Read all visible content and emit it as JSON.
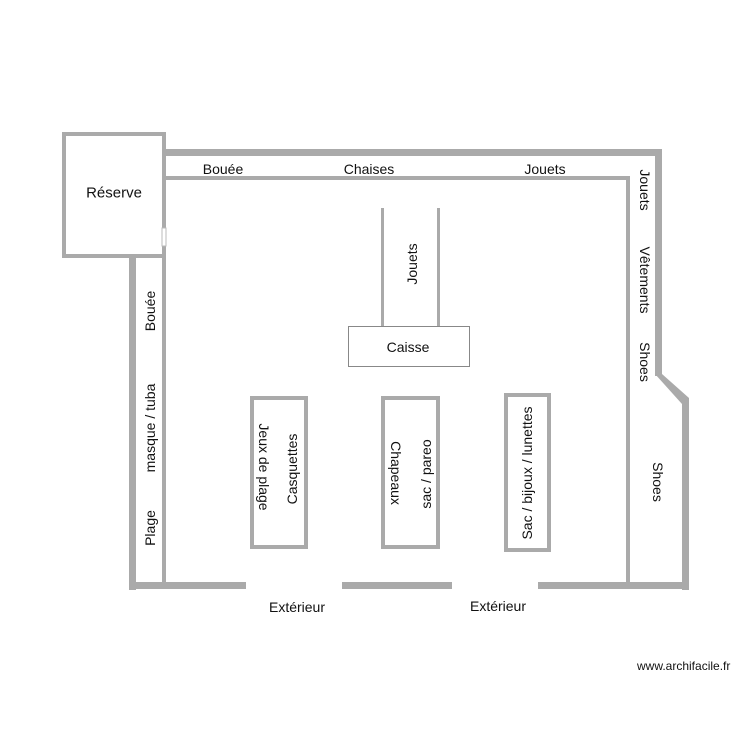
{
  "plan": {
    "wall_color": "#aaaaaa",
    "background": "#ffffff",
    "rooms": {
      "reserve": "Réserve"
    },
    "top_shelf": {
      "labels": [
        "Bouée",
        "Chaises",
        "Jouets"
      ]
    },
    "right_shelf": {
      "labels": [
        "Jouets",
        "Vêtements",
        "Shoes"
      ]
    },
    "right_room": {
      "label": "Shoes"
    },
    "left_shelf": {
      "labels": [
        "Bouée",
        "masque / tuba",
        "Plage"
      ]
    },
    "center_aisle": {
      "label": "Jouets"
    },
    "checkout": {
      "label": "Caisse"
    },
    "displays": [
      {
        "labels": [
          "Jeux de plage",
          "Casquettes"
        ]
      },
      {
        "labels": [
          "Chapeaux",
          "sac / pareo"
        ]
      },
      {
        "labels": [
          "Sac / bijoux / lunettes"
        ]
      }
    ],
    "exits": [
      "Extérieur",
      "Extérieur"
    ]
  },
  "watermark": "www.archifacile.fr"
}
